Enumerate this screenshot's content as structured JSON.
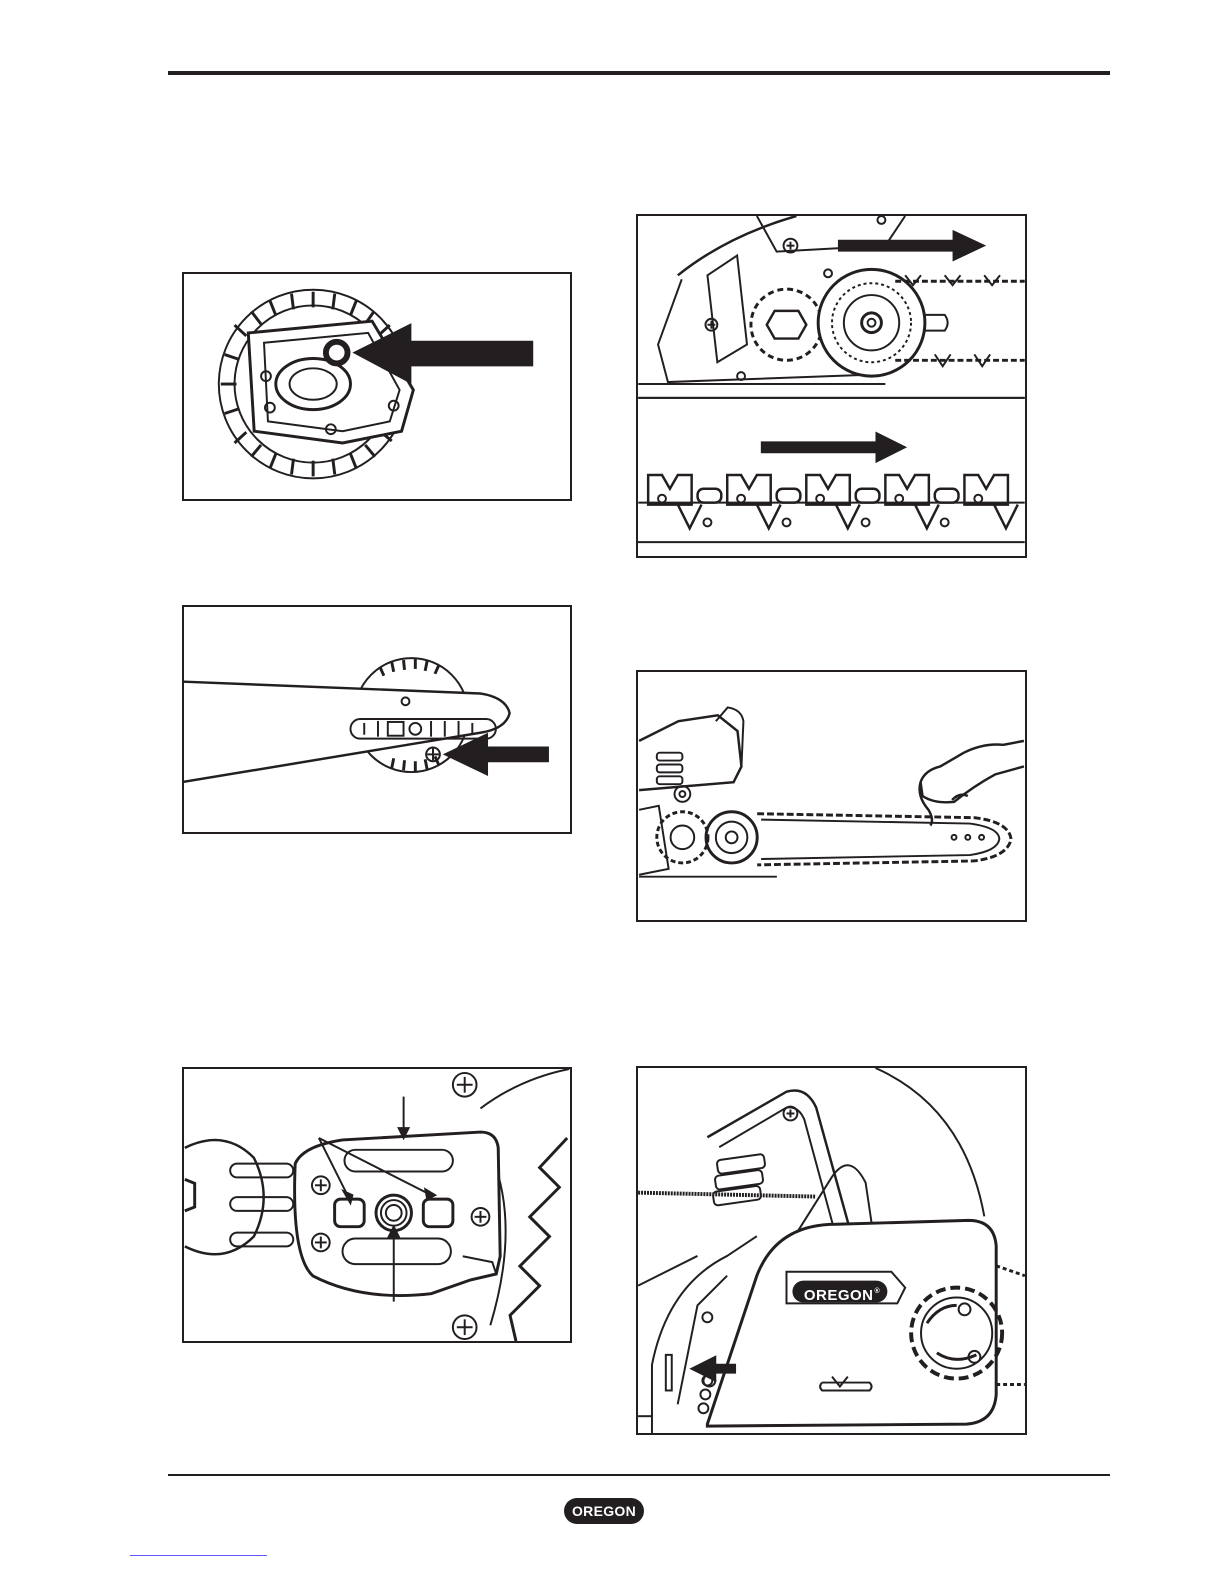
{
  "brand": {
    "cover_logo_text": "OREGON",
    "cover_logo_mark": "®",
    "footer_logo_text": "OREGON"
  },
  "figures": [
    {
      "name": "figure-sprocket-pin",
      "icons": [
        "sprocket-icon",
        "arrow-left-icon"
      ]
    },
    {
      "name": "figure-bar-alignment",
      "icons": [
        "guide-bar-icon",
        "arrow-left-icon"
      ]
    },
    {
      "name": "figure-bar-mount",
      "icons": [
        "bar-mount-plate-icon",
        "callout-arrow-icon"
      ]
    },
    {
      "name": "figure-chain-direction",
      "icons": [
        "chain-sprocket-icon",
        "arrow-right-icon"
      ]
    },
    {
      "name": "figure-chain-tension",
      "icons": [
        "chainsaw-icon",
        "gloved-hand-icon"
      ]
    },
    {
      "name": "figure-side-cover",
      "icons": [
        "side-cover-icon",
        "arrow-left-icon"
      ]
    }
  ],
  "colors": {
    "ink": "#231f20",
    "paper": "#ffffff"
  }
}
